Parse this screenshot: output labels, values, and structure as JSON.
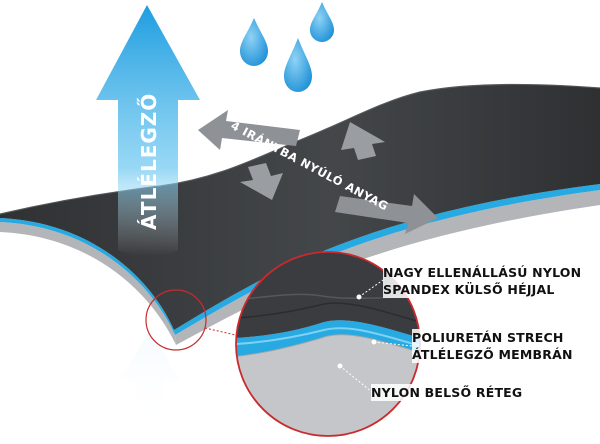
{
  "breathable": "ÁTLÉLEGZŐ",
  "stretch": "4 IRÁNYBA NYÚLÓ ANYAG",
  "layers": {
    "outer_line1": "NAGY ELLENÁLLÁSÚ NYLON",
    "outer_line2": "SPANDEX KÜLSŐ HÉJJAL",
    "membrane_line1": "POLIURETÁN STRECH",
    "membrane_line2": "ÁTLÉLEGZŐ MEMBRÁN",
    "inner_line1": "NYLON BELSŐ RÉTEG"
  },
  "colors": {
    "shell": "#3b3d40",
    "membrane": "#27a9e1",
    "inner": "#b5b7ba",
    "arrow_blue": "#2aa6e0",
    "arrow_gray": "#8e9195",
    "callout_red": "#d4262c",
    "drop_blue": "#2e9fe0"
  }
}
